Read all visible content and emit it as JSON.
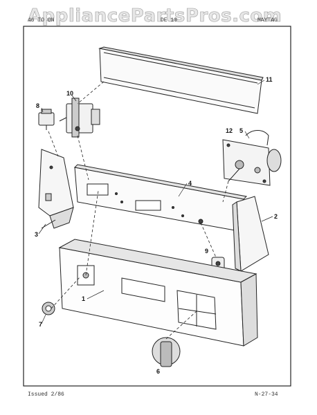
{
  "watermark": "AppliancePartsPros.com",
  "header": {
    "left": "46 TO ON",
    "center": "DE 10",
    "right": "MAYTAG"
  },
  "footer": {
    "issued": "Issued 2/86",
    "page_code": "N-27-34"
  },
  "callouts": [
    "1",
    "2",
    "3",
    "4",
    "5",
    "6",
    "7",
    "8",
    "9",
    "10",
    "11",
    "12"
  ]
}
